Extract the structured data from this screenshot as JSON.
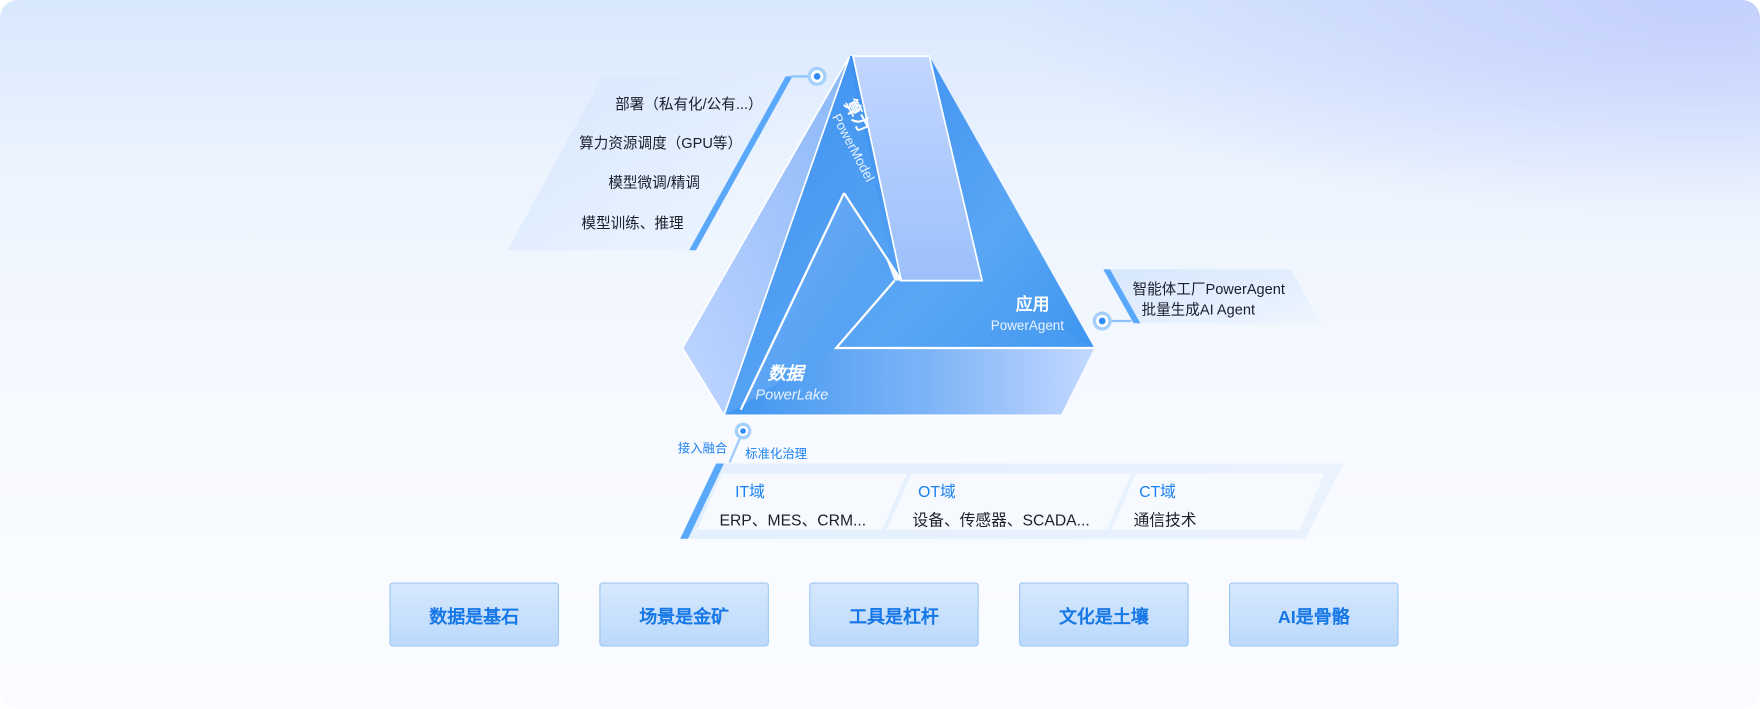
{
  "triangle": {
    "compute": {
      "title": "算力",
      "subtitle": "PowerModel"
    },
    "application": {
      "title": "应用",
      "subtitle": "PowerAgent"
    },
    "data": {
      "title": "数据",
      "subtitle": "PowerLake"
    }
  },
  "compute_panel": {
    "items": [
      "部署（私有化/公有...）",
      "算力资源调度（GPU等）",
      "模型微调/精调",
      "模型训练、推理"
    ]
  },
  "agent_panel": {
    "items": [
      "智能体工厂PowerAgent",
      "批量生成AI Agent"
    ]
  },
  "data_connector": {
    "left_label": "接入融合",
    "right_label": "标准化治理"
  },
  "domains": [
    {
      "title": "IT域",
      "value": "ERP、MES、CRM..."
    },
    {
      "title": "OT域",
      "value": "设备、传感器、SCADA..."
    },
    {
      "title": "CT域",
      "value": "通信技术"
    }
  ],
  "principles": [
    "数据是基石",
    "场景是金矿",
    "工具是杠杆",
    "文化是土壤",
    "AI是骨骼"
  ],
  "colors": {
    "primary": "#1a7ff0",
    "dark_face": "#3d95f0",
    "light_face": "#bcd3ff"
  }
}
